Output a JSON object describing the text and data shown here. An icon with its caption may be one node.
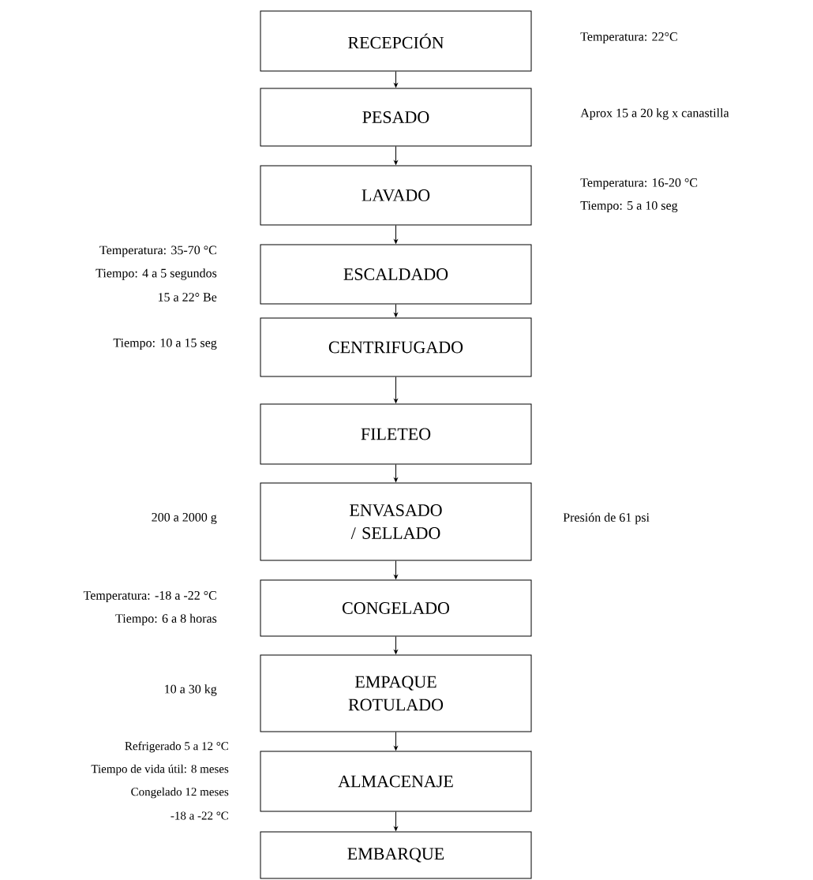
{
  "diagram": {
    "nodes": [
      {
        "text": [
          "RECEPCIÓN"
        ],
        "beside": [
          "Temperatura:  22°C"
        ]
      },
      {
        "text": [
          "PESADO"
        ],
        "beside": [
          "Aprox 15 a 20 kg  x  canastilla"
        ]
      },
      {
        "text": [
          "LAVADO"
        ],
        "beside": [
          "Temperatura: 16-20 °C",
          "Tiempo: 5 a 10 seg"
        ]
      },
      {
        "text": [
          "ESCALDADO"
        ],
        "beside": [
          "Temperatura: 35-70 °C",
          "Tiempo: 4 a 5 segundos",
          "15 a 22° Be"
        ]
      },
      {
        "text": [
          "CENTRIFUGADO"
        ],
        "beside": [
          "Tiempo: 10 a 15 seg"
        ]
      },
      {
        "text": [
          "FILETEO"
        ]
      },
      {
        "text": [
          "ENVASADO / SELLADO"
        ],
        "beside": [
          "200 a 2000 g",
          "Presión de 61 psi"
        ]
      },
      {
        "text": [
          "CONGELADO"
        ],
        "beside": [
          "Temperatura: -18 a -22 °C",
          "Tiempo: 6 a 8 horas"
        ]
      },
      {
        "text": [
          "EMPAQUE ROTULADO"
        ],
        "beside": [
          "10 a 30 kg"
        ]
      },
      {
        "text": [
          "ALMACENAJE"
        ],
        "beside": [
          "Refrigerado 5 a 12 °C",
          "Tiempo de vida útil: 8 meses",
          "Congelado 12 meses",
          "-18 a -22 °C"
        ]
      },
      {
        "text": [
          "EMBARQUE"
        ]
      }
    ],
    "edges": [
      {
        "from": 0,
        "to": 1,
        "arrow": "to"
      },
      {
        "from": 1,
        "to": 2,
        "arrow": "to"
      },
      {
        "from": 2,
        "to": 3,
        "arrow": "to"
      },
      {
        "from": 3,
        "to": 4,
        "arrow": "to"
      },
      {
        "from": 4,
        "to": 5,
        "arrow": "to"
      },
      {
        "from": 5,
        "to": 6,
        "arrow": "to"
      },
      {
        "from": 6,
        "to": 7,
        "arrow": "to"
      },
      {
        "from": 7,
        "to": 8,
        "arrow": "to"
      },
      {
        "from": 8,
        "to": 9,
        "arrow": "to"
      },
      {
        "from": 9,
        "to": 10,
        "arrow": "to"
      }
    ]
  }
}
